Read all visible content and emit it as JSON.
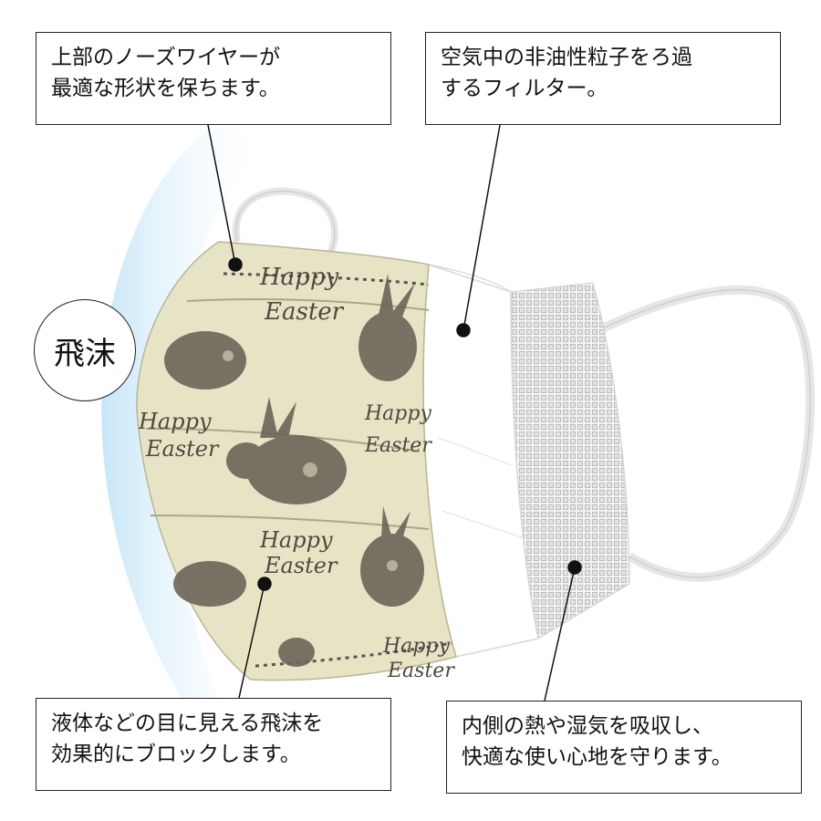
{
  "callouts": {
    "nose_wire": {
      "line1": "上部のノーズワイヤーが",
      "line2": "最適な形状を保ちます。"
    },
    "filter": {
      "line1": "空気中の非油性粒子をろ過",
      "line2": "するフィルター。"
    },
    "droplet_block": {
      "line1": "液体などの目に見える飛沫を",
      "line2": "効果的にブロックします。"
    },
    "inner_layer": {
      "line1": "内側の熱や湿気を吸収し、",
      "line2": "快適な使い心地を守ります。"
    }
  },
  "badge": {
    "label": "飛沫"
  },
  "mask_print": {
    "text_line1": "Happy",
    "text_line2": "Easter"
  },
  "colors": {
    "print_bg": "#e7e4c6",
    "rabbit": "#6a6558",
    "shield_glow": "#bfe3f7",
    "filter_mesh": "#cfcfcf"
  }
}
